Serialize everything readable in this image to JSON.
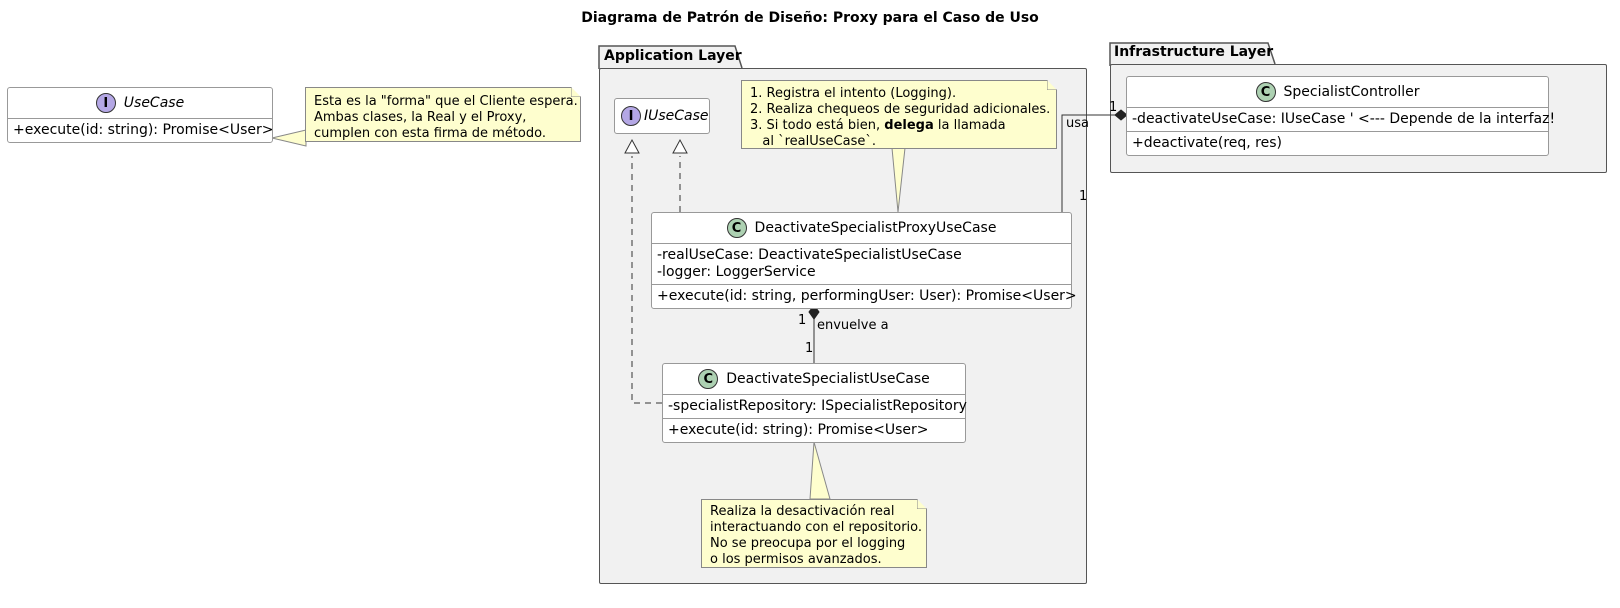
{
  "title": "Diagrama de Patrón de Diseño: Proxy para el Caso de Uso",
  "packages": {
    "application": "Application Layer",
    "infrastructure": "Infrastructure Layer"
  },
  "classes": {
    "usecase": {
      "stereotype": "I",
      "name": "UseCase",
      "methods": [
        "+execute(id: string): Promise<User>"
      ]
    },
    "iusecase": {
      "stereotype": "I",
      "name": "IUseCase"
    },
    "proxy": {
      "stereotype": "C",
      "name": "DeactivateSpecialistProxyUseCase",
      "fields": [
        "-realUseCase: DeactivateSpecialistUseCase",
        "-logger: LoggerService"
      ],
      "methods": [
        "+execute(id: string, performingUser: User): Promise<User>"
      ]
    },
    "real": {
      "stereotype": "C",
      "name": "DeactivateSpecialistUseCase",
      "fields": [
        "-specialistRepository: ISpecialistRepository"
      ],
      "methods": [
        "+execute(id: string): Promise<User>"
      ]
    },
    "controller": {
      "stereotype": "C",
      "name": "SpecialistController",
      "fields": [
        "-deactivateUseCase: IUseCase ' <--- Depende de la interfaz!"
      ],
      "methods": [
        "+deactivate(req, res)"
      ]
    }
  },
  "notes": {
    "usecase_note": [
      "Esta es la \"forma\" que el Cliente espera.",
      "Ambas clases, la Real y el Proxy,",
      "cumplen con esta firma de método."
    ],
    "proxy_note": {
      "line1": "1. Registra el intento (Logging).",
      "line2": "2. Realiza chequeos de seguridad adicionales.",
      "line3_pre": "3. Si todo está bien, ",
      "line3_bold": "delega",
      "line3_post": " la llamada",
      "line4": "   al `realUseCase`."
    },
    "real_note": [
      "Realiza la desactivación real",
      "interactuando con el repositorio.",
      "No se preocupa por el logging",
      "o los permisos avanzados."
    ]
  },
  "relations": {
    "composition_label": "envuelve a",
    "composition_mult_top": "1",
    "composition_mult_bottom": "1",
    "uses_label": "usa",
    "uses_mult_controller": "1",
    "uses_mult_proxy": "1"
  }
}
